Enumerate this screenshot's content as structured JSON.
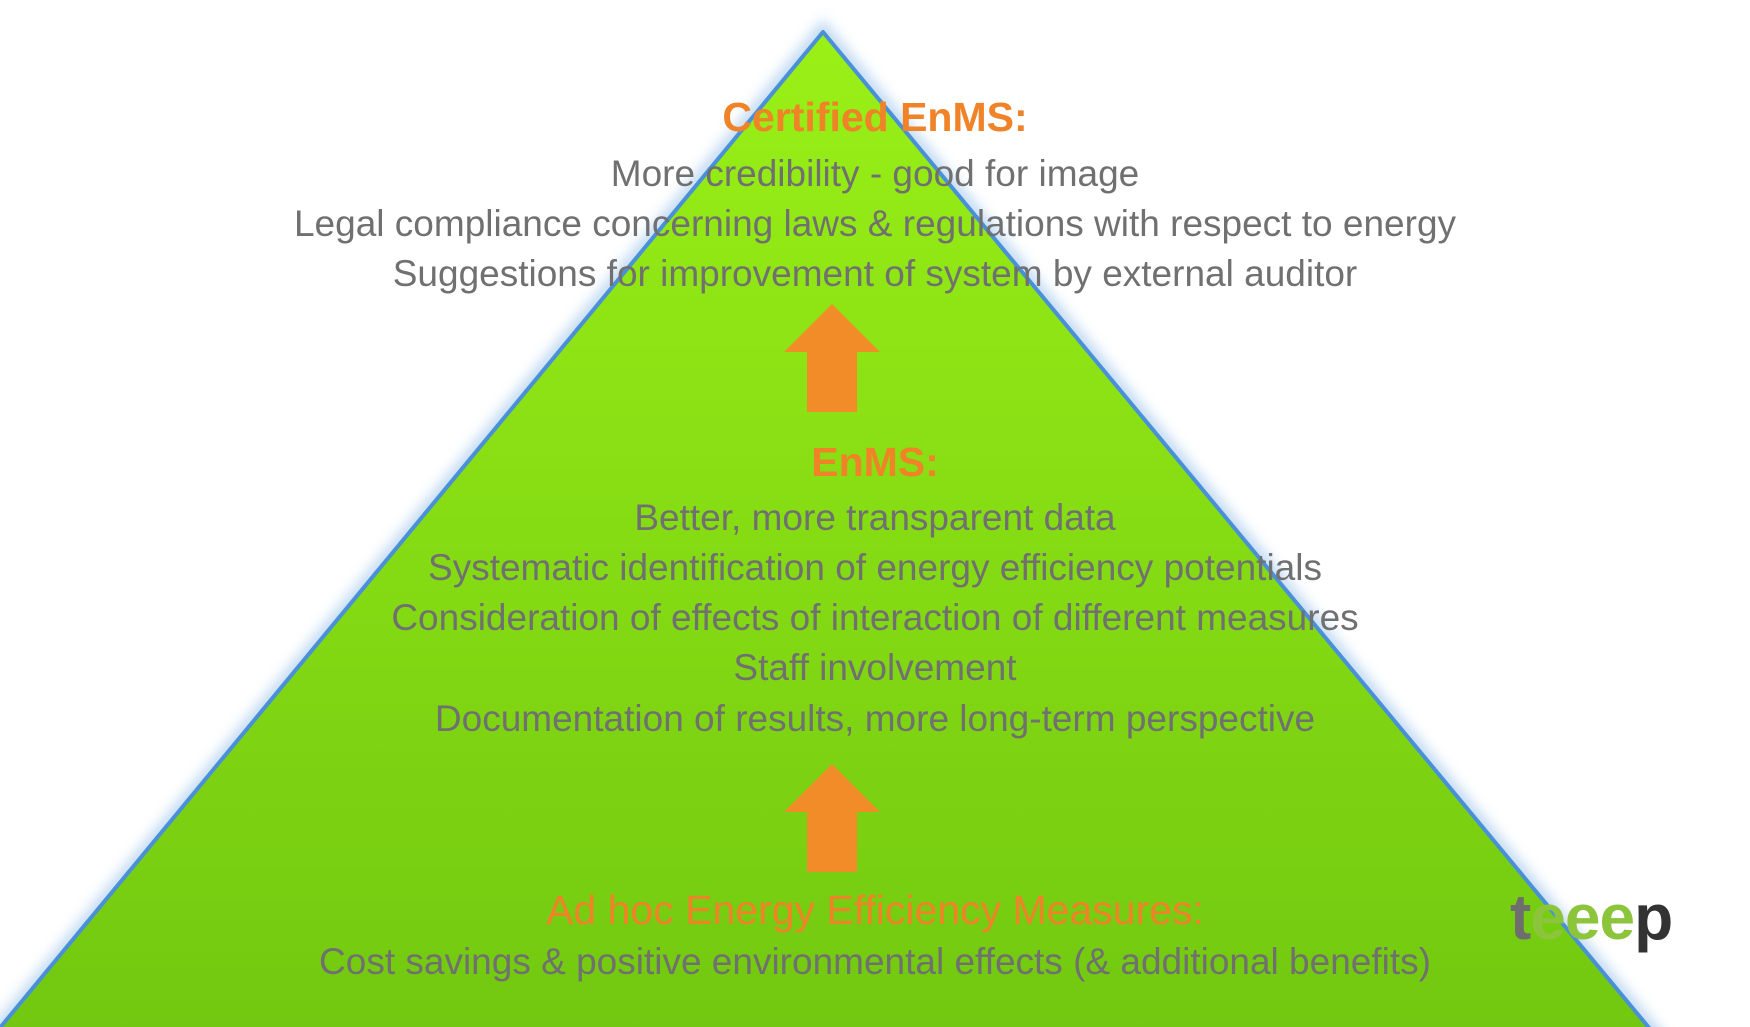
{
  "pyramid": {
    "colors": {
      "fill_top": "#9af016",
      "fill_bottom": "#72c810",
      "edge": "#4a90d9",
      "heading": "#f08228",
      "body_text": "#707070",
      "arrow": "#f28c28"
    },
    "tiers": [
      {
        "heading": "Certified EnMS:",
        "lines": [
          "More credibility - good for image",
          "Legal compliance concerning laws & regulations  with respect to energy",
          "Suggestions for improvement of system by external auditor"
        ]
      },
      {
        "heading": "EnMS:",
        "lines": [
          "Better, more transparent data",
          "Systematic identification of energy efficiency potentials",
          "Consideration of effects of interaction of different measures",
          "Staff involvement",
          "Documentation of results, more long-term perspective"
        ]
      },
      {
        "heading": "Ad hoc Energy Efficiency Measures:",
        "lines": [
          "Cost savings & positive environmental effects (& additional benefits)"
        ]
      }
    ],
    "arrows": [
      {
        "icon": "arrow-up-icon"
      },
      {
        "icon": "arrow-up-icon"
      }
    ]
  },
  "logo": {
    "text_t": "t",
    "text_e": "eee",
    "text_p": "p"
  }
}
